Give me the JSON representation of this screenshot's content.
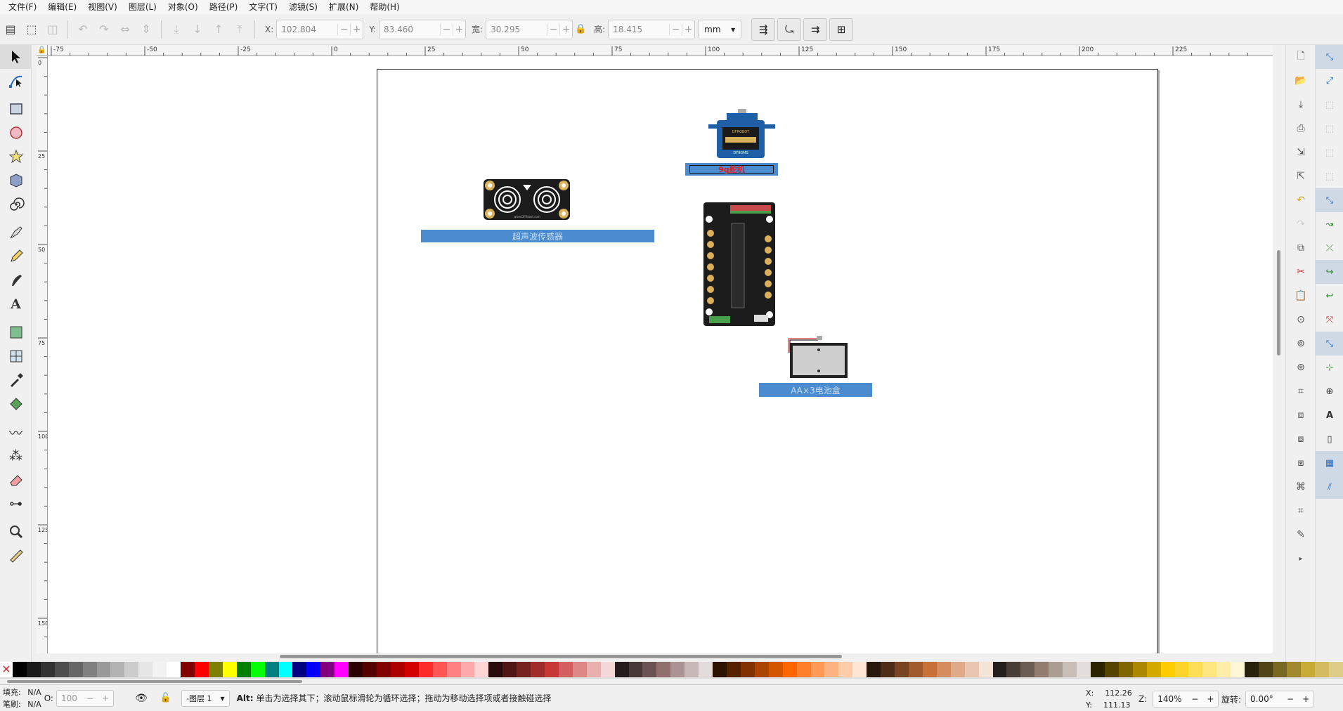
{
  "menubar": [
    "文件(F)",
    "编辑(E)",
    "视图(V)",
    "图层(L)",
    "对象(O)",
    "路径(P)",
    "文字(T)",
    "滤镜(S)",
    "扩展(N)",
    "帮助(H)"
  ],
  "toolctrl": {
    "x_label": "X:",
    "x_value": "102.804",
    "y_label": "Y:",
    "y_value": "83.460",
    "w_label": "宽:",
    "w_value": "30.295",
    "h_label": "高:",
    "h_value": "18.415",
    "unit": "mm"
  },
  "ruler": {
    "h_ticks": [
      "-75",
      "-50",
      "-25",
      "0",
      "25",
      "50",
      "75",
      "100",
      "125",
      "150",
      "175",
      "200",
      "225"
    ],
    "v_ticks": [
      "0",
      "25",
      "50",
      "75",
      "100",
      "125",
      "150"
    ]
  },
  "canvas": {
    "servo_label": "9g舵机",
    "ultrasonic_label": "超声波传感器",
    "battery_label": "AA×3电池盒",
    "ultrasonic_url": "www.DFRobot.com",
    "servo_brand": "DFROBOT",
    "servo_model": "DF9GMS"
  },
  "palette": [
    "#000000",
    "#1a1a1a",
    "#333333",
    "#4d4d4d",
    "#666666",
    "#808080",
    "#999999",
    "#b3b3b3",
    "#cccccc",
    "#e6e6e6",
    "#f2f2f2",
    "#ffffff",
    "#800000",
    "#ff0000",
    "#808000",
    "#ffff00",
    "#008000",
    "#00ff00",
    "#008080",
    "#00ffff",
    "#000080",
    "#0000ff",
    "#800080",
    "#ff00ff",
    "#2b0000",
    "#550000",
    "#800000",
    "#aa0000",
    "#d40000",
    "#ff2a2a",
    "#ff5555",
    "#ff8080",
    "#ffaaaa",
    "#ffd5d5",
    "#280b0b",
    "#501616",
    "#782121",
    "#a02c2c",
    "#c83737",
    "#d35f5f",
    "#de8787",
    "#e9afaf",
    "#f4d7d7",
    "#241c1c",
    "#483737",
    "#6c5353",
    "#916f6f",
    "#ac9393",
    "#c8b7b7",
    "#e3dbdb",
    "#2b1100",
    "#552200",
    "#803300",
    "#aa4400",
    "#d45500",
    "#ff6600",
    "#ff7f2a",
    "#ff9955",
    "#ffb380",
    "#ffccaa",
    "#ffe6d5",
    "#28170b",
    "#502d16",
    "#784421",
    "#a05a2c",
    "#c87137",
    "#d38d5f",
    "#deaa87",
    "#e9c6af",
    "#f4e3d7",
    "#241f1c",
    "#483e37",
    "#6c5d53",
    "#917c6f",
    "#ac9d93",
    "#c8beb7",
    "#e3dedb",
    "#2b2200",
    "#554400",
    "#806600",
    "#aa8800",
    "#d4aa00",
    "#ffcc00",
    "#ffd42a",
    "#ffdd55",
    "#ffe680",
    "#ffeeaa",
    "#fff6d5",
    "#28220b",
    "#504416",
    "#786721",
    "#a0892c",
    "#c8ab37",
    "#d3bc5f",
    "#decd87"
  ],
  "status": {
    "fill_label": "填充:",
    "fill_value": "N/A",
    "stroke_label": "笔刷:",
    "stroke_value": "N/A",
    "opacity_label": "O:",
    "opacity_value": "100",
    "layer": "-图层 1",
    "message_key": "Alt:",
    "message": "单击为选择其下；滚动鼠标滑轮为循环选择；拖动为移动选择项或者接触碰选择",
    "cursor_x_label": "X:",
    "cursor_x": "112.26",
    "cursor_y_label": "Y:",
    "cursor_y": "111.13",
    "zoom_label": "Z:",
    "zoom": "140%",
    "rotate_label": "旋转:",
    "rotate": "0.00°"
  }
}
